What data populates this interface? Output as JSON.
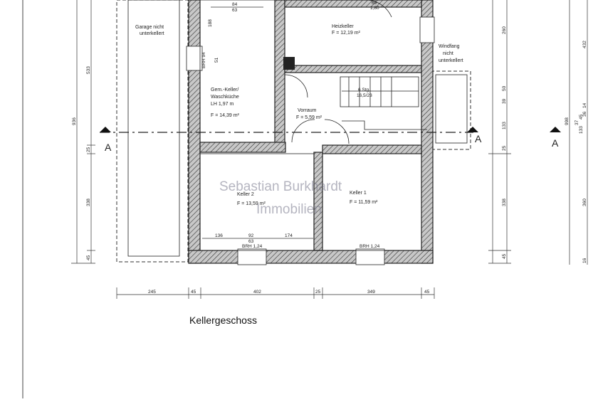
{
  "title": "Kellergeschoss",
  "watermark": [
    "Sebastian Burkhardt",
    "Immobilien"
  ],
  "rooms": {
    "garage": [
      "Garage nicht",
      "unterkellert"
    ],
    "heizkeller": {
      "name": "Heizkeller",
      "area": "F = 12,19 m²"
    },
    "wingfang": [
      "Windfang",
      "nicht",
      "unterkellert"
    ],
    "waschkueche": {
      "name1": "Gem.-Keller/",
      "name2": "Waschküche",
      "height": "LH 1,97 m",
      "area": "F = 14,39 m²"
    },
    "vorraum": {
      "name": "Vorraum",
      "area": "F = 5,59 m²"
    },
    "keller2": {
      "name": "Keller 2",
      "area": "F = 13,59 m²"
    },
    "keller1": {
      "name": "Keller 1",
      "area": "F = 11,59 m²"
    }
  },
  "section_marker": "A",
  "stairs": {
    "label": "6 Stg.",
    "size": "16,5/23"
  },
  "window_labels": {
    "brh_keller2": "BRH 1,24",
    "brh_keller1": "BRH 1,24",
    "brh_left": "BRH 94"
  },
  "dimensions": {
    "bottom": [
      "245",
      "45",
      "402",
      "25",
      "349",
      "45"
    ],
    "keller2_inner": [
      "136",
      "92",
      "174"
    ],
    "keller2_sub": "63",
    "left": [
      "936",
      "533",
      "25",
      "338",
      "45"
    ],
    "right": [
      "260",
      "50",
      "39",
      "133",
      "25",
      "338",
      "45"
    ],
    "far_right": [
      "432",
      "14",
      "37",
      "45",
      "36",
      "133",
      "360",
      "16"
    ],
    "right_tall": "998",
    "top": [
      "84",
      "63",
      "69",
      "1,80"
    ],
    "heiz_left": [
      "188",
      "51"
    ]
  }
}
